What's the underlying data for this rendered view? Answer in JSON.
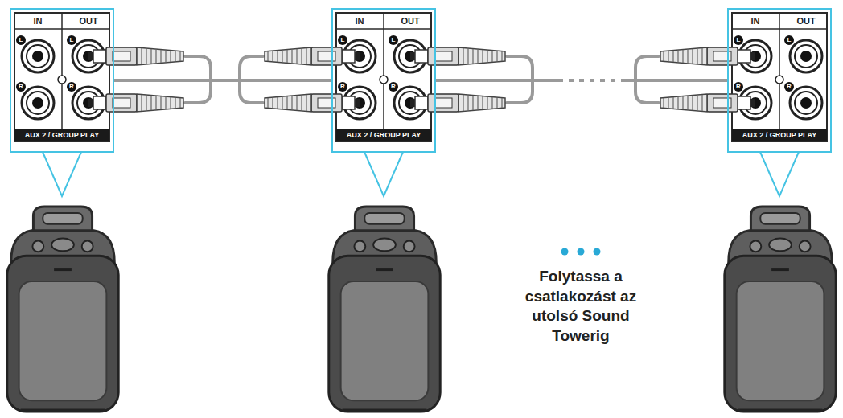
{
  "diagram": {
    "nodes": [
      {
        "text": [
          "IN",
          "OUT"
        ]
      },
      {
        "text": [
          "L"
        ],
        "in": 0
      },
      {
        "text": [
          "L"
        ],
        "in": 0
      },
      {
        "text": [
          "R"
        ],
        "in": 0
      },
      {
        "text": [
          "R"
        ],
        "in": 0
      },
      {
        "text": [
          "AUX 2 / GROUP PLAY"
        ],
        "in": 0
      },
      {
        "text": [
          "IN",
          "OUT"
        ]
      },
      {
        "text": [
          "L"
        ],
        "in": 6
      },
      {
        "text": [
          "L"
        ],
        "in": 6
      },
      {
        "text": [
          "R"
        ],
        "in": 6
      },
      {
        "text": [
          "R"
        ],
        "in": 6
      },
      {
        "text": [
          "AUX 2 / GROUP PLAY"
        ],
        "in": 6
      },
      {
        "text": [
          "IN",
          "OUT"
        ]
      },
      {
        "text": [
          "L"
        ],
        "in": 12
      },
      {
        "text": [
          "L"
        ],
        "in": 12
      },
      {
        "text": [
          "R"
        ],
        "in": 12
      },
      {
        "text": [
          "R"
        ],
        "in": 12
      },
      {
        "text": [
          "AUX 2 / GROUP PLAY"
        ],
        "in": 12
      }
    ],
    "edges": [
      {
        "from": 0,
        "to": 6,
        "arrow": "none"
      },
      {
        "from": 6,
        "to": 12,
        "arrow": "none"
      }
    ],
    "labels": [
      "Folytassa a csatlakozást az utolsó Sound Towerig"
    ]
  }
}
